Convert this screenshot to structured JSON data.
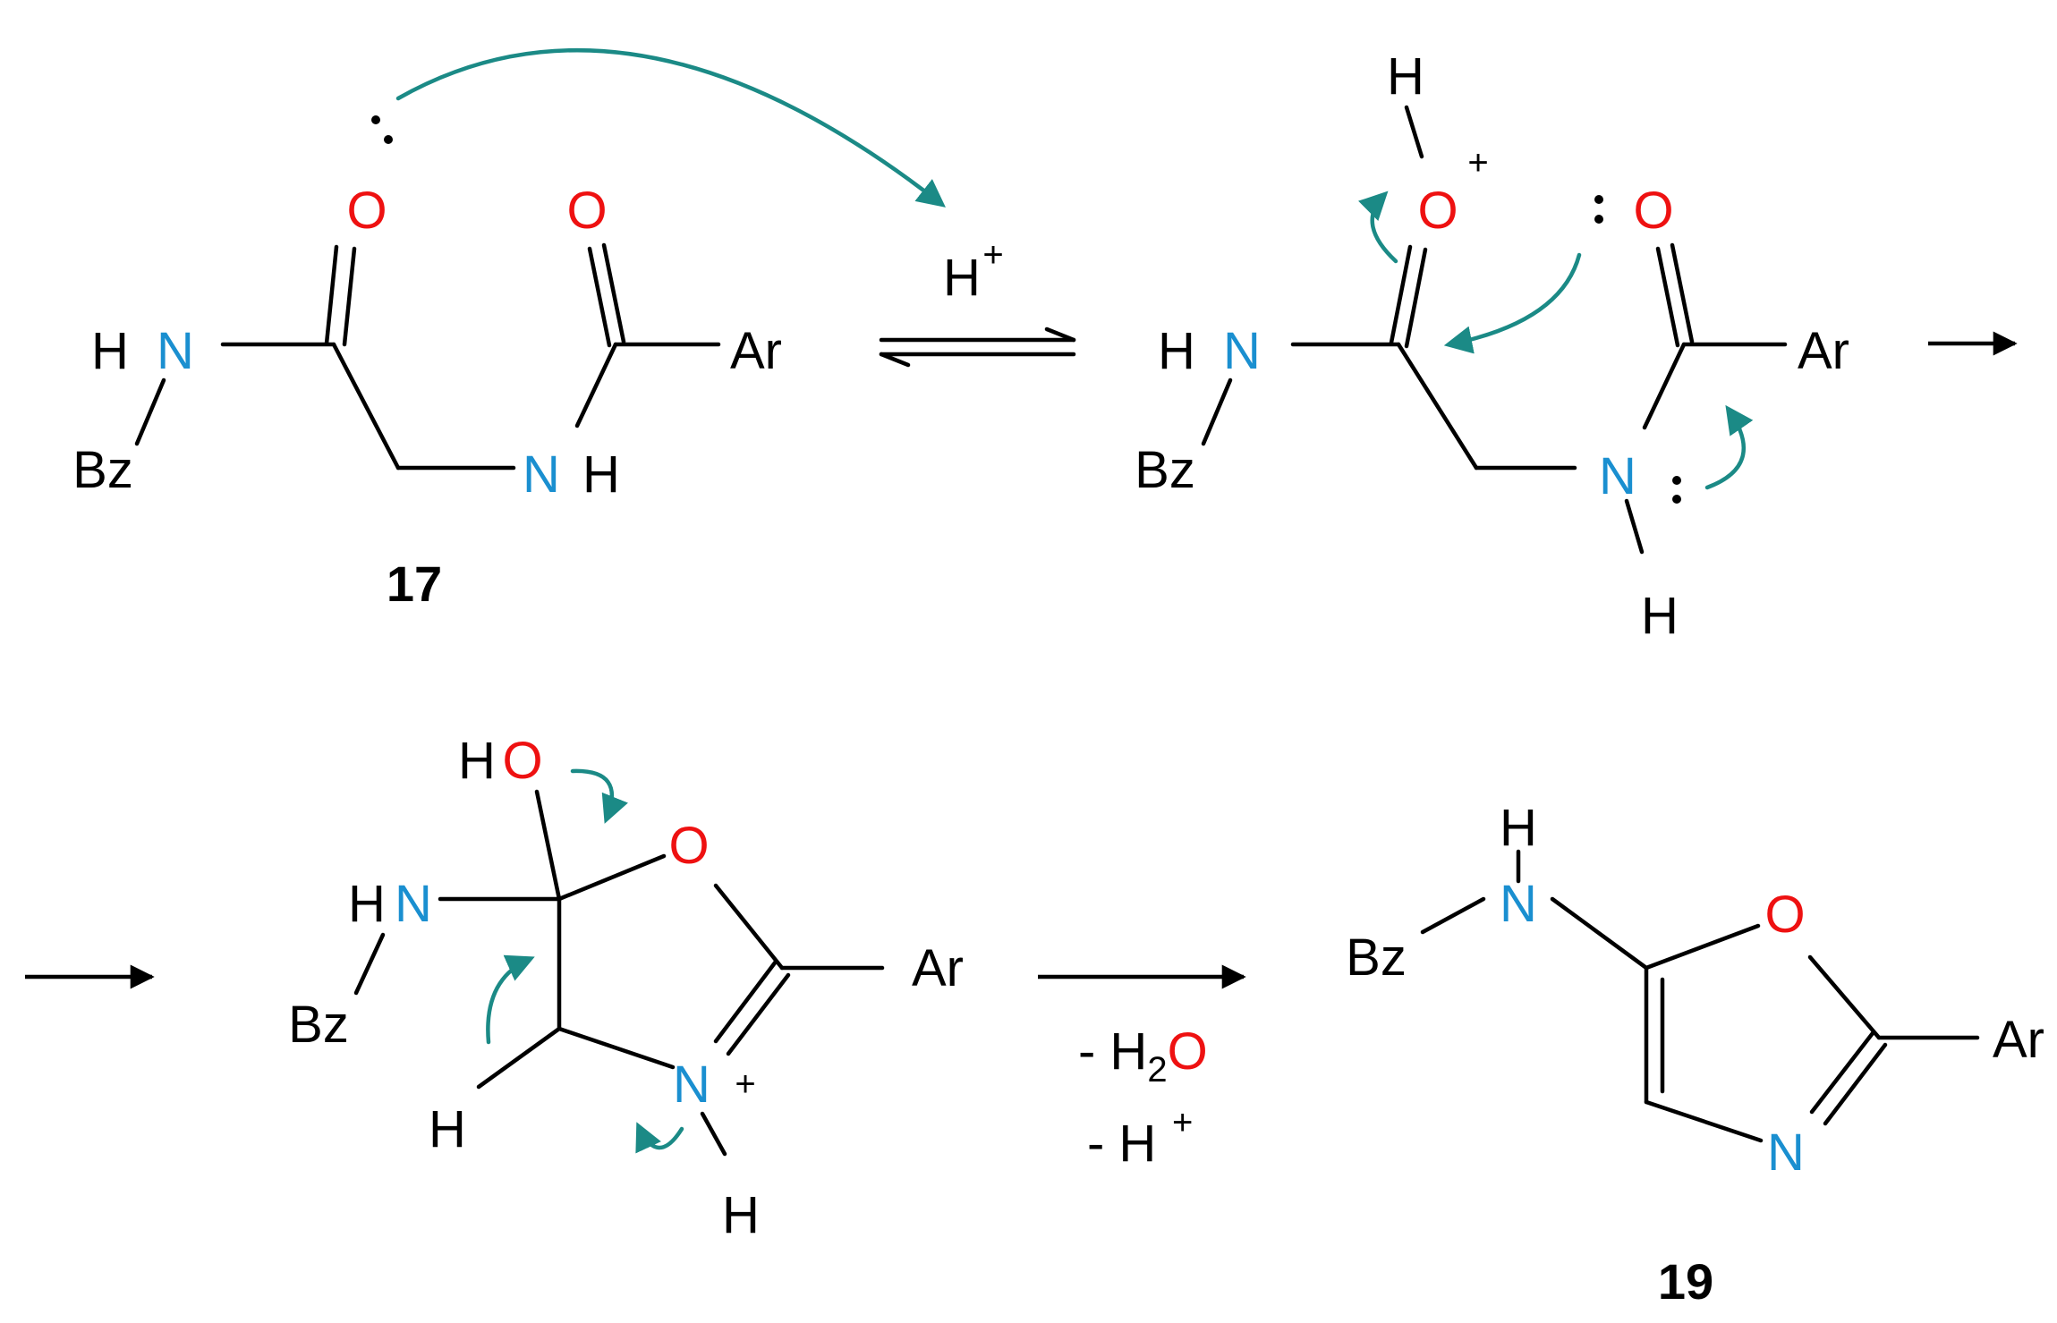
{
  "colors": {
    "oxygen": "#ee1111",
    "nitrogen": "#1a8fd0",
    "carbon_bond": "#000000",
    "electron_arrow": "#1b8a86"
  },
  "atoms": {
    "O": "O",
    "N": "N",
    "H": "H",
    "Bz": "Bz",
    "Ar": "Ar",
    "HN_H": "H",
    "HO_H": "H"
  },
  "charges": {
    "plus": "+"
  },
  "compounds": {
    "start": {
      "label": "17"
    },
    "product": {
      "label": "19"
    }
  },
  "conditions": {
    "step1_reagent_atom": "H",
    "step1_reagent_charge": "+",
    "step3_loss_water_prefix": "- H",
    "step3_loss_water_sub": "2",
    "step3_loss_water_o": "O",
    "step3_loss_proton": "- H",
    "step3_loss_proton_charge": "+"
  }
}
